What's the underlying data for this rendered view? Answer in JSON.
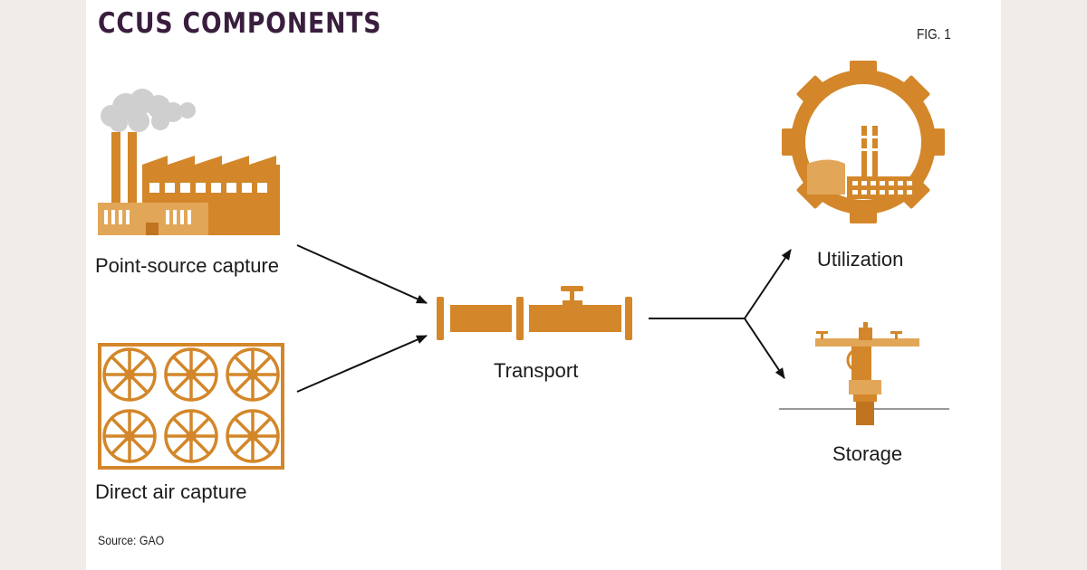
{
  "title": "CCUS COMPONENTS",
  "figure_label": "FIG. 1",
  "source": "Source: GAO",
  "nodes": {
    "point_source": "Point-source capture",
    "direct_air": "Direct air capture",
    "transport": "Transport",
    "utilization": "Utilization",
    "storage": "Storage"
  },
  "colors": {
    "accent": "#d3872a",
    "accent_light": "#e2a658",
    "smoke": "#cfcfcf",
    "title": "#3a1e3e",
    "arrow": "#111111"
  },
  "icons": [
    "factory-icon",
    "fan-grid-icon",
    "pipeline-icon",
    "gear-refinery-icon",
    "wellhead-icon"
  ]
}
